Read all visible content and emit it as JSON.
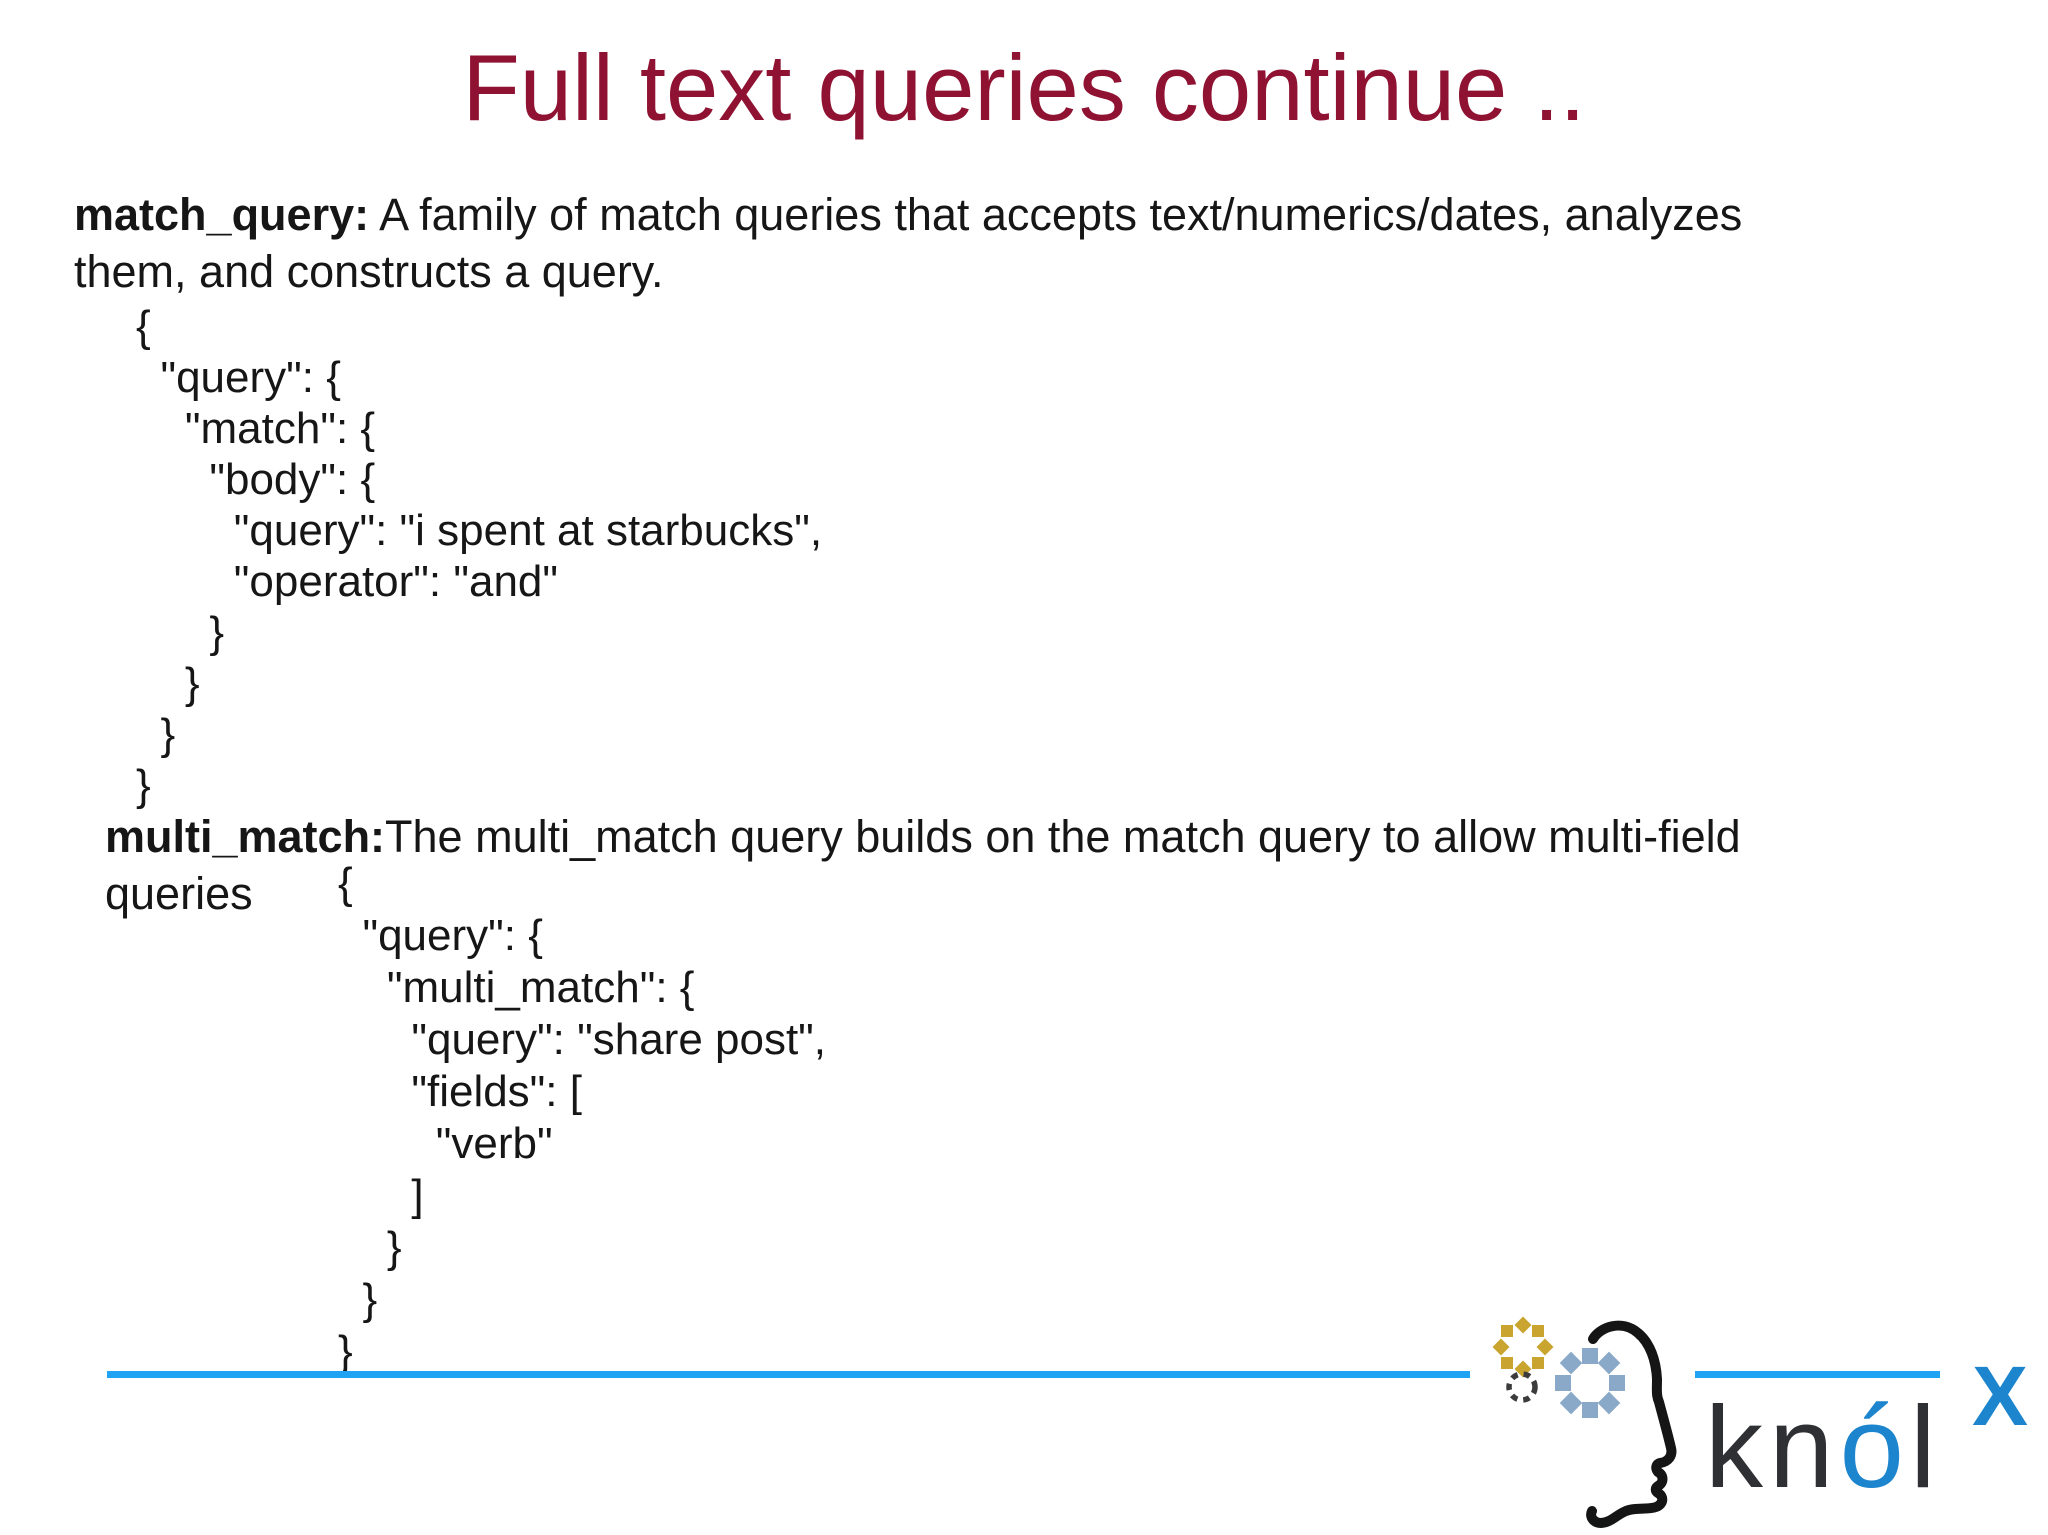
{
  "slide": {
    "title": "Full text queries continue ..",
    "match_query": {
      "term": "match_query:",
      "desc_line1": " A family of match queries that accepts text/numerics/dates, analyzes",
      "desc_line2": "them, and constructs a query.",
      "code_lines": [
        "{",
        "  \"query\": {",
        "    \"match\": {",
        "      \"body\": {",
        "        \"query\": \"i spent at starbucks\",",
        "        \"operator\": \"and\"",
        "      }",
        "    }",
        "  }",
        "}"
      ]
    },
    "multi_match": {
      "term": "multi_match:",
      "desc_line1": "The multi_match query builds on the match query to allow multi-field",
      "desc_line2": "queries",
      "code_lines": [
        "{",
        "  \"query\": {",
        "    \"multi_match\": {",
        "      \"query\": \"share post\",",
        "      \"fields\": [",
        "        \"verb\"",
        "      ]",
        "    }",
        "  }",
        "}"
      ]
    },
    "logo": {
      "word_part1": "kn",
      "word_part2": "ó",
      "word_part3": "l",
      "superscript": "X"
    },
    "colors": {
      "title_maroon": "#8F1232",
      "body_text": "#161616",
      "divider_blue": "#1FA3F2",
      "logo_blue": "#1C85CE",
      "logo_dark": "#2F3033",
      "gear_yellow": "#C9A52F",
      "gear_steel": "#8AA9C9",
      "gear_dark": "#3C3C3C"
    }
  }
}
